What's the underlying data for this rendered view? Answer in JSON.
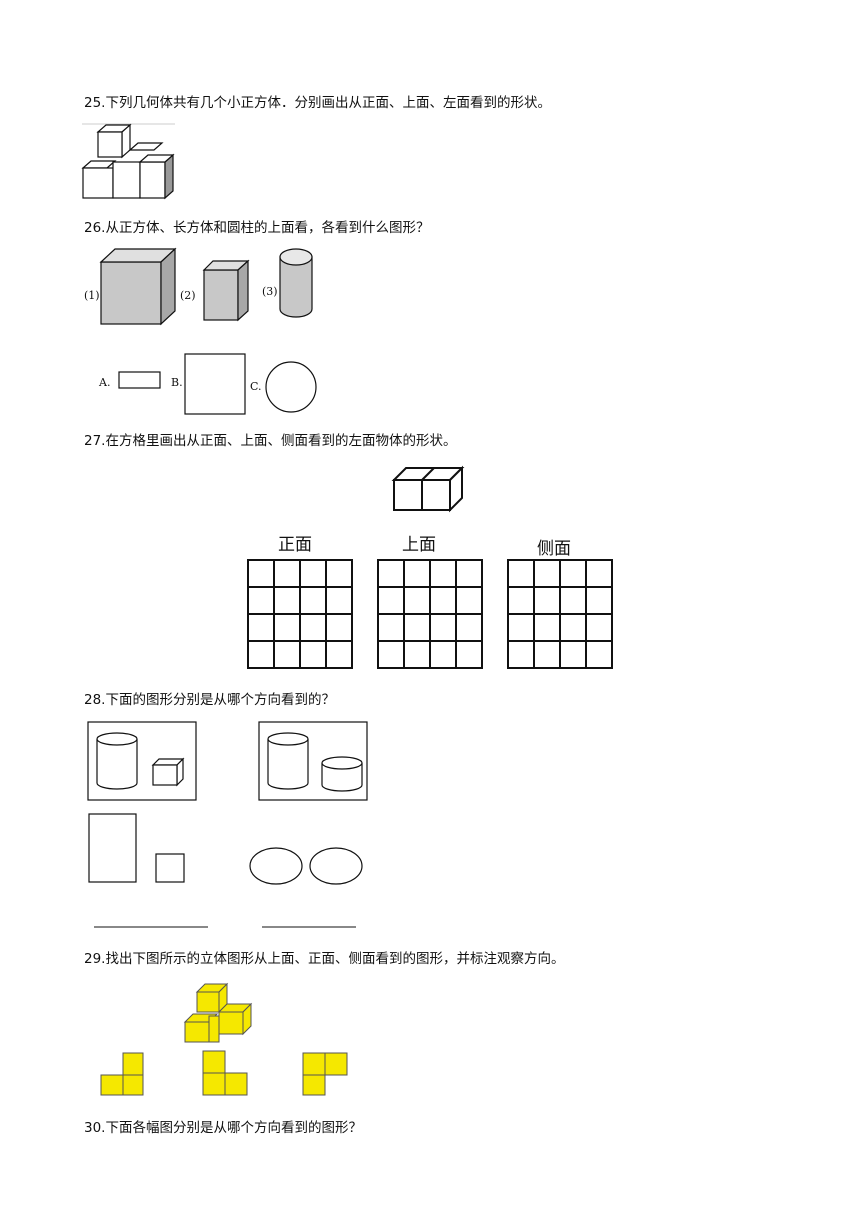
{
  "questions": [
    {
      "text": "25.下列几何体共有几个小正方体．分别画出从正面、上面、左面看到的形状。"
    },
    {
      "text": "26.从正方体、长方体和圆柱的上面看，各看到什么图形？"
    },
    {
      "text": "27.在方格里画出从正面、上面、侧面看到的左面物体的形状。"
    },
    {
      "text": "28.下面的图形分别是从哪个方向看到的？"
    },
    {
      "text": "29.找出下图所示的立体图形从上面、正面、侧面看到的图形，并标注观察方向。"
    },
    {
      "text": "30.下面各幅图分别是从哪个方向看到的图形？"
    }
  ],
  "q26": {
    "solid_labels": [
      "(1)",
      "(2)",
      "(3)"
    ],
    "option_labels": [
      "A.",
      "B.",
      "C."
    ]
  },
  "q27": {
    "grid_labels": [
      "正面",
      "上面",
      "侧面"
    ]
  },
  "colors": {
    "gray_fill": "#c8c8c8",
    "yellow_fill": "#f5e800",
    "line": "#111111"
  }
}
